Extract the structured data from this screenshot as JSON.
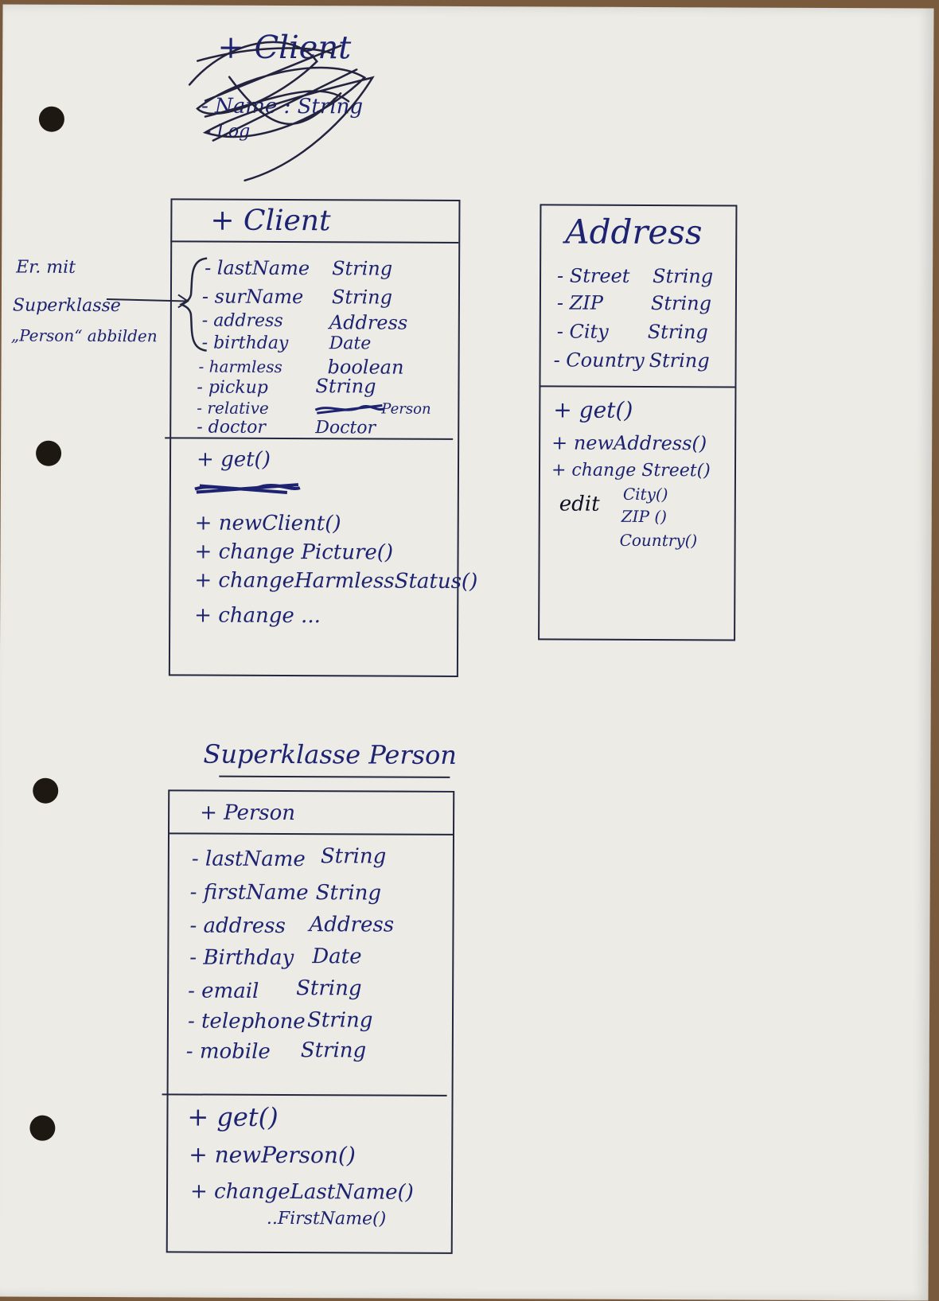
{
  "scratched": {
    "title": "+ Client",
    "name_line": "- Name : String",
    "log_line": "- Log"
  },
  "client": {
    "title": "+ Client",
    "attributes": [
      {
        "name": "- lastName",
        "type": "String"
      },
      {
        "name": "- surName",
        "type": "String"
      },
      {
        "name": "- address",
        "type": "Address"
      },
      {
        "name": "- birthday",
        "type": "Date"
      },
      {
        "name": "- harmless",
        "type": "boolean"
      },
      {
        "name": "- pickup",
        "type": "String"
      },
      {
        "name": "- relative",
        "type": "Person"
      },
      {
        "name": "- doctor",
        "type": "Doctor"
      }
    ],
    "methods": [
      {
        "label": "+ get()"
      },
      {
        "label": "+ newClient()"
      },
      {
        "label": "+ change Picture()"
      },
      {
        "label": "+ changeHarmlessStatus()"
      },
      {
        "label": "+ change ..."
      }
    ]
  },
  "annotation": {
    "line1": "Er. mit",
    "line2": "Superklasse",
    "line3": "„Person“ abbilden"
  },
  "address": {
    "title": "Address",
    "attributes": [
      {
        "name": "- Street",
        "type": "String"
      },
      {
        "name": "- ZIP",
        "type": "String"
      },
      {
        "name": "- City",
        "type": "String"
      },
      {
        "name": "- Country",
        "type": "String"
      }
    ],
    "methods": [
      {
        "label": "+ get()"
      },
      {
        "label": "+ newAddress()"
      },
      {
        "label": "+ change Street()"
      }
    ],
    "edit_label": "edit",
    "edit_items": [
      "City()",
      "ZIP ()",
      "Country()"
    ]
  },
  "superclass_heading": "Superklasse Person",
  "person": {
    "title": "+ Person",
    "attributes": [
      {
        "name": "- lastName",
        "type": "String"
      },
      {
        "name": "- firstName",
        "type": "String"
      },
      {
        "name": "- address",
        "type": "Address"
      },
      {
        "name": "- Birthday",
        "type": "Date"
      },
      {
        "name": "- email",
        "type": "String"
      },
      {
        "name": "- telephone",
        "type": "String"
      },
      {
        "name": "- mobile",
        "type": "String"
      }
    ],
    "methods": [
      {
        "label": "+ get()"
      },
      {
        "label": "+ newPerson()"
      },
      {
        "label": "+ changeLastName()"
      },
      {
        "label": "..FirstName()"
      }
    ]
  }
}
